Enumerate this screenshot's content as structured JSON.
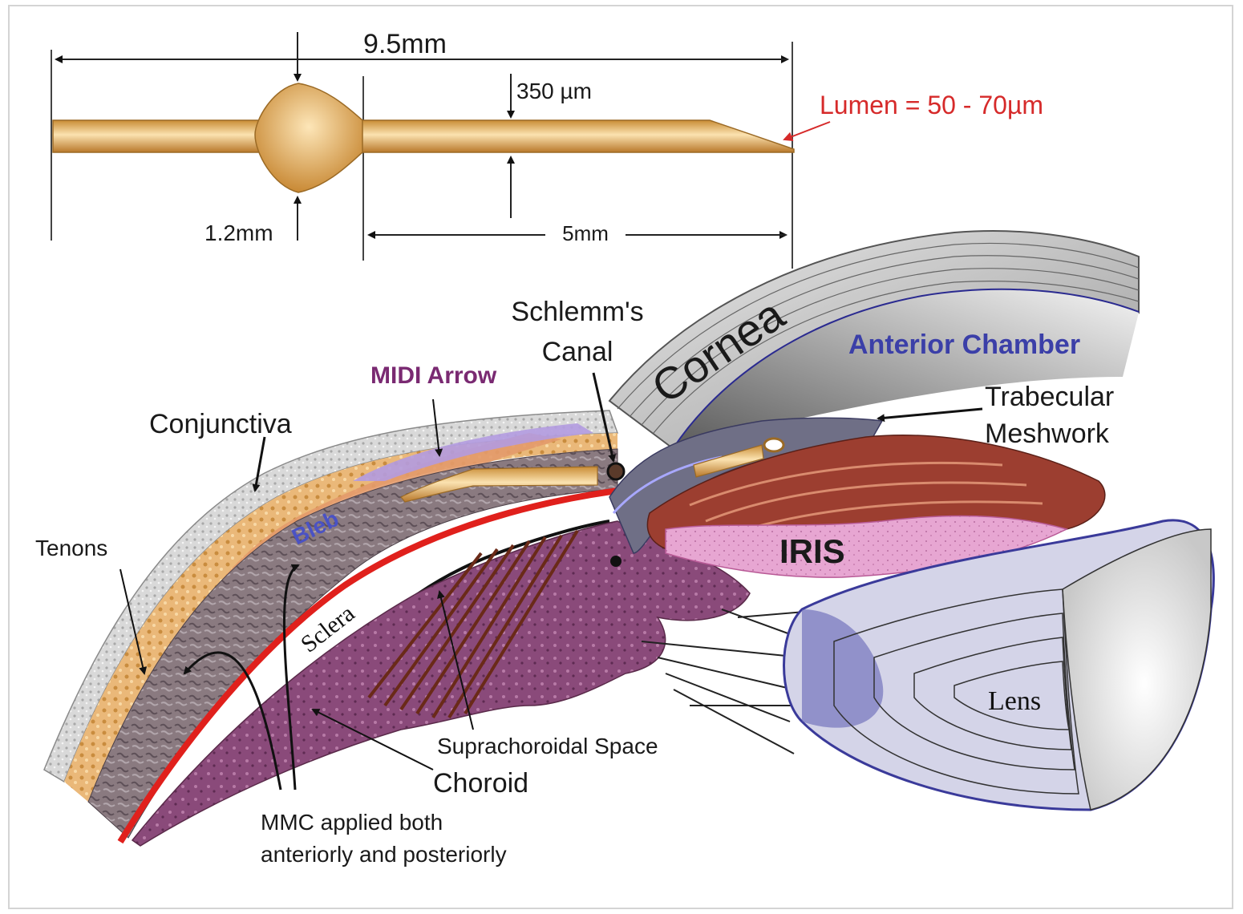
{
  "device": {
    "length_total": "9.5mm",
    "diameter_outer": "350 µm",
    "fin_width": "1.2mm",
    "tip_length": "5mm",
    "lumen": "Lumen = 50 - 70µm",
    "lumen_color": "#d62a2a"
  },
  "anatomy": {
    "schlemm_line1": "Schlemm's",
    "schlemm_line2": "Canal",
    "cornea": "Cornea",
    "anterior_chamber": "Anterior Chamber",
    "trabecular_line1": "Trabecular",
    "trabecular_line2": "Meshwork",
    "midi_arrow": "MIDI Arrow",
    "conjunctiva": "Conjunctiva",
    "bleb": "Bleb",
    "tenons": "Tenons",
    "iris": "IRIS",
    "sclera": "Sclera",
    "lens": "Lens",
    "suprachoroidal": "Suprachoroidal Space",
    "choroid": "Choroid",
    "mmc_line1": "MMC applied both",
    "mmc_line2": "anteriorly and posteriorly"
  },
  "colors": {
    "anterior_chamber": "#3b3fa8",
    "midi_arrow": "#7a2a72",
    "bleb": "#4a52c4",
    "device_gold": "#e3b060",
    "choroid_red": "#e0201c",
    "lens_blue": "#3a3a9a"
  }
}
